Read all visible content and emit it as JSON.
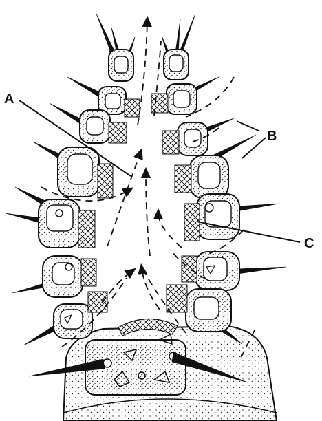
{
  "labels": {
    "a": "A",
    "b": "B",
    "c": "C"
  },
  "colors": {
    "ink": "#111111",
    "stipple": "#2a2a2a",
    "background": "#ffffff",
    "body_fill": "#ececec"
  }
}
